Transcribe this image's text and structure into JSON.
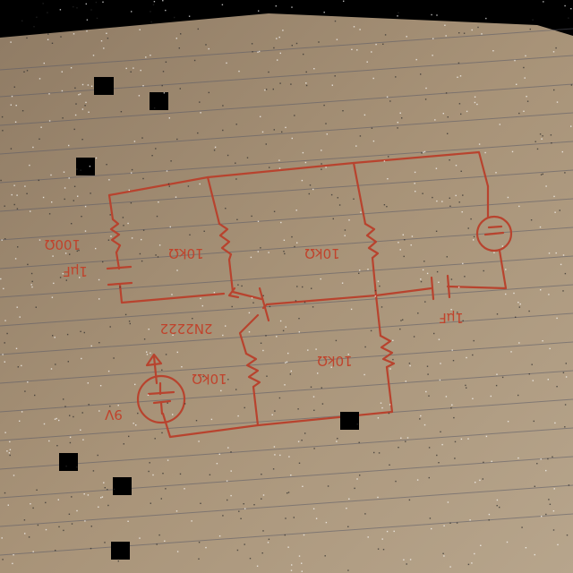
{
  "colors": {
    "background": "#000000",
    "paper": "#a18c72",
    "ink": "#b8432e",
    "rule_lines": "#5a5a66"
  },
  "labels": {
    "r_100": "100Ω",
    "c_left": "1μF",
    "r_10k_top_left": "10kΩ",
    "r_10k_top_right": "10kΩ",
    "transistor": "2N2222",
    "r_10k_emitter": "10kΩ",
    "r_10k_bottom_right": "10kΩ",
    "c_right": "1μF",
    "voltage_source": "9V"
  },
  "icons": {
    "source_left": "dc-voltage-source-icon",
    "source_right": "ac-voltage-source-icon"
  }
}
